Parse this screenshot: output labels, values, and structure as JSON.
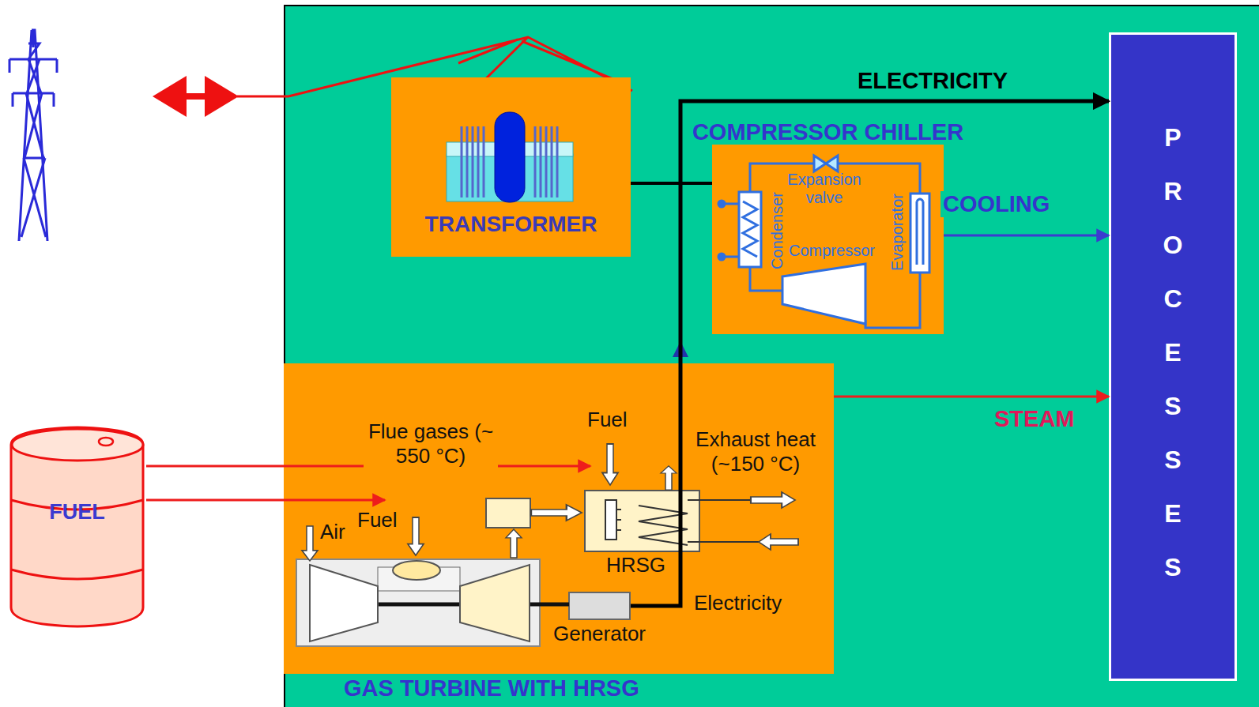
{
  "diagram": {
    "nodes": [
      {
        "text": [
          "FUEL"
        ]
      },
      {
        "text": [
          "TRANSFORMER"
        ]
      },
      {
        "text": [
          "COMPRESSOR CHILLER"
        ]
      },
      {
        "text": [
          "GAS TURBINE WITH HRSG"
        ]
      },
      {
        "text": [
          "HRSG"
        ],
        "in": 3
      },
      {
        "text": [
          "Generator"
        ],
        "in": 3
      },
      {
        "text": [
          "PROCESSES"
        ]
      }
    ],
    "edges": [
      {
        "from": 5,
        "to": 6,
        "arrow": "to",
        "label": "ELECTRICITY"
      },
      {
        "from": 1,
        "to": 2,
        "arrow": "none"
      },
      {
        "from": 2,
        "to": 6,
        "arrow": "to",
        "label": "COOLING"
      },
      {
        "from": 3,
        "to": 6,
        "arrow": "to",
        "label": "STEAM"
      },
      {
        "from": 0,
        "to": 3,
        "arrow": "to"
      },
      {
        "from": 0,
        "to": 3,
        "arrow": "to"
      }
    ],
    "labels": [
      "Flue gases (~ 550 °C)",
      "Fuel",
      "Fuel",
      "Air",
      "Exhaust heat (~150 °C)",
      "Electricity",
      "Expansion valve",
      "Condenser",
      "Compressor",
      "Evaporator"
    ]
  }
}
